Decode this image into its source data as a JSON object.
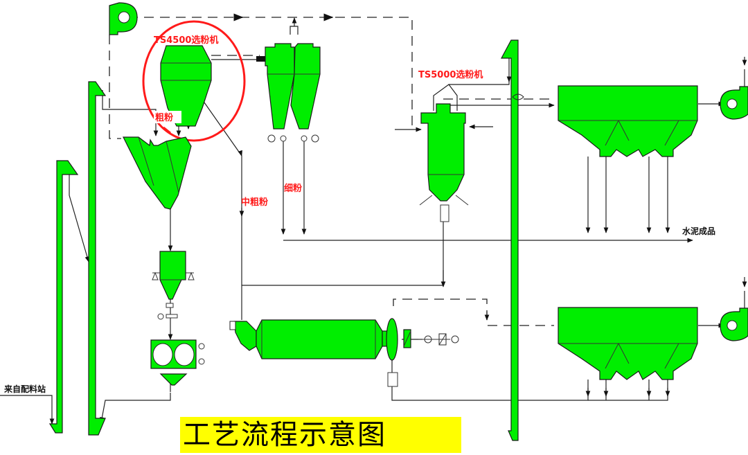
{
  "diagram": {
    "title": "工艺流程示意图",
    "colors": {
      "equipment": "#00ee00",
      "highlight_ring": "#ff1a1a",
      "label_red": "#ff1a1a",
      "title_background": "#ffff00"
    },
    "labels": {
      "separator_ts4500": "TS4500选粉机",
      "separator_ts5000": "TS5000选粉机",
      "coarse_powder": "粗粉",
      "medium_coarse_powder": "中粗粉",
      "fine_powder": "细粉",
      "cement_product": "水泥成品",
      "from_batching_station": "来自配料站"
    },
    "equipment": [
      {
        "id": "fan-top-left",
        "name": "Fan"
      },
      {
        "id": "ts4500-separator",
        "name": "TS4500选粉机"
      },
      {
        "id": "twin-cyclones",
        "name": "Cyclones"
      },
      {
        "id": "v-separator",
        "name": "V-type separator"
      },
      {
        "id": "stabilizing-bin",
        "name": "Weigh bin"
      },
      {
        "id": "roller-press",
        "name": "Roller press"
      },
      {
        "id": "ts5000-separator",
        "name": "TS5000选粉机"
      },
      {
        "id": "ball-mill",
        "name": "Ball mill"
      },
      {
        "id": "bag-filter-upper",
        "name": "Bag filter"
      },
      {
        "id": "bag-filter-lower",
        "name": "Bag filter"
      },
      {
        "id": "fan-right-upper",
        "name": "Fan"
      },
      {
        "id": "fan-right-lower",
        "name": "Fan"
      },
      {
        "id": "bucket-elevator-1",
        "name": "Elevator"
      },
      {
        "id": "bucket-elevator-2",
        "name": "Elevator"
      },
      {
        "id": "bucket-elevator-3",
        "name": "Elevator"
      }
    ]
  }
}
